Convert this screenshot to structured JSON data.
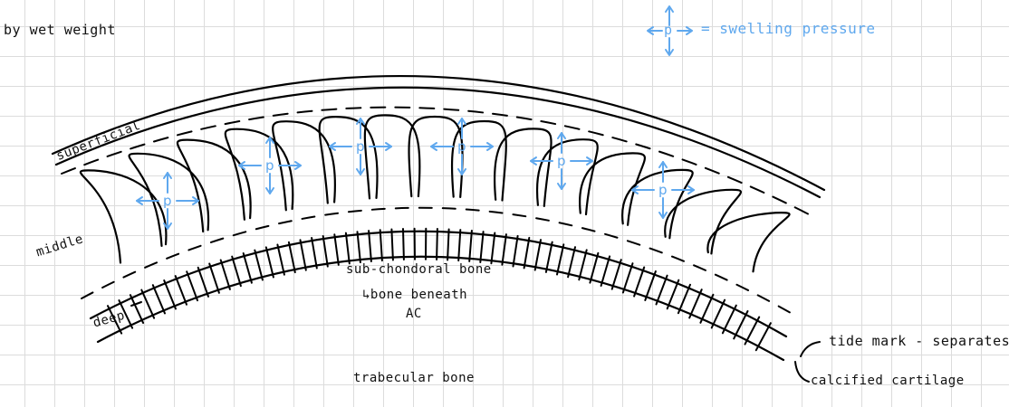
{
  "header": {
    "partial_top": "",
    "wet_weight": "by wet weight"
  },
  "legend": {
    "symbol": "p",
    "text": "= swelling pressure"
  },
  "zones": {
    "superficial": "superficial",
    "middle": "middle",
    "deep": "deep"
  },
  "labels": {
    "subchondral": "sub-chondoral bone",
    "bone_beneath_line1": "↳bone beneath",
    "bone_beneath_line2": "AC",
    "trabecular": "trabecular bone",
    "tide_mark": "tide mark - separates",
    "calcified": "calcified cartilage"
  },
  "pressure_symbol": "p",
  "colors": {
    "ink": "#000000",
    "pressure": "#5fa8ee",
    "grid": "#dcdcdc"
  }
}
